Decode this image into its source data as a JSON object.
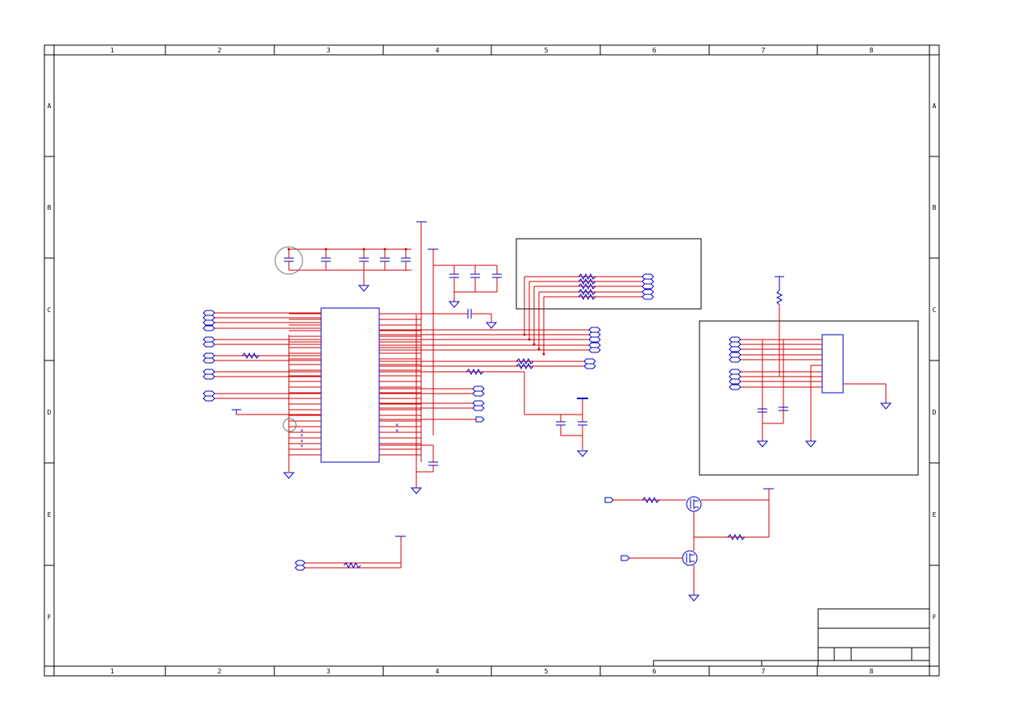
{
  "frame": {
    "columns": [
      "1",
      "2",
      "3",
      "4",
      "5",
      "6",
      "7",
      "8"
    ],
    "rows": [
      "A",
      "B",
      "C",
      "D",
      "E",
      "F"
    ]
  },
  "colors": {
    "wire": "#d00000",
    "symbol": "#0000c8",
    "frame": "#000000"
  }
}
